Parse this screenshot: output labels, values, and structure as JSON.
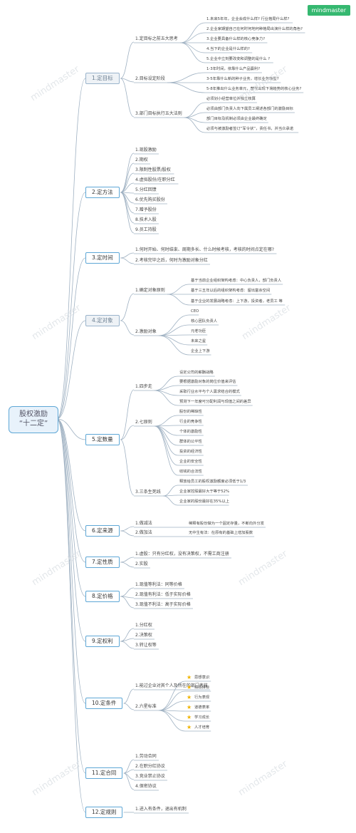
{
  "root": {
    "line1": "股权激励",
    "line2": "“十二定”"
  },
  "logo": "mindmaster",
  "watermark": "mindmaster",
  "colors": {
    "line": "#9fb1c2",
    "node_border": "#5ea7d6",
    "root_fill": "#e8f2fb",
    "star": "#f0b400",
    "logo": "#35b870"
  },
  "icons": {
    "star": "star-icon"
  },
  "branches": [
    {
      "label": "1.定目标",
      "children": [
        {
          "label": "1.定目标之前五大思考",
          "children": [
            "1.未来5年年，企业会成什么样? 行业格局什么样?",
            "2.企业家期望自己在何时何地何种格局出演什么样的角色?",
            "3.企业要具备什么样的核心竞争力?",
            "4.当下的企业是什么样的?",
            "5.企业中立刻要改变和调整的是什么 ?"
          ]
        },
        {
          "label": "2.目标设定阶段",
          "children": [
            "1-3年时间，依靠什么产品赢利?",
            "3-5年靠什么新的种子业务，增长业务转型?",
            "5-8年推出什么业务单元，替代出现下滑趋势的核心业务?"
          ]
        },
        {
          "label": "3.部门目标执行五大法则",
          "children": [
            "必须划小经营单位并独立核算",
            "必须由部门负责人向下属员工阐述各部门的激励目标",
            "部门目标及机制必须由企业最终确定",
            "必须与被激励者签订“军令状”，责任书，并当众承诺"
          ]
        }
      ]
    },
    {
      "label": "2.定方法",
      "children": [
        {
          "label": "1.现股激励"
        },
        {
          "label": "2.期权"
        },
        {
          "label": "3.限制性股票/股权"
        },
        {
          "label": "4.虚拟股份/在职分红"
        },
        {
          "label": "5.分红回馈"
        },
        {
          "label": "6.优先购买股份"
        },
        {
          "label": "7.赠予股份"
        },
        {
          "label": "8.技术入股"
        },
        {
          "label": "9.员工持股"
        }
      ]
    },
    {
      "label": "3.定时间",
      "children": [
        {
          "label": "1.何时开始、何时结束、周期多长、什么时候考核，考核的时间点定在哪?"
        },
        {
          "label": "2.考核完毕之后，何时为激励对象分红"
        }
      ]
    },
    {
      "label": "4.定对象",
      "children": [
        {
          "label": "1.确定对象原则",
          "children": [
            "基于当前企业组织架构考虑：中心负责人，部门负责人",
            "基于三五年以后的组织架构考虑：留出富余空间",
            "基于企业的发展战略考虑：上下游，投资者，老员工 等"
          ]
        },
        {
          "label": "2.激励对象",
          "children": [
            "CEO",
            "核心团队负责人",
            "元老功臣",
            "未来之星",
            "企业上下游"
          ]
        }
      ]
    },
    {
      "label": "5.定数量",
      "children": [
        {
          "label": "1.四步走",
          "children": [
            "设定公司的薪酬战略",
            "要根据激励对象的岗位价值来评估",
            "采取行业水平与个人需求结合的模式",
            "预测下一年度可分配利润与现值之间的差异"
          ]
        },
        {
          "label": "2.七原则",
          "children": [
            "股份的稀缺性",
            "行业的竞争性",
            "个体的激励性",
            "群体的公平性",
            "投资的经济性",
            "企业的安全性",
            "收钱的合法性"
          ]
        },
        {
          "label": "3.三条生死线",
          "children": [
            "释放给员工的股权激励额度必须低于1/3",
            "企业家控股最好大于等于52%",
            "企业家的股份最好在35%以上"
          ]
        }
      ]
    },
    {
      "label": "6.定来源",
      "children": [
        {
          "label": "1.做减法",
          "children": [
            "稀释有股份做为一个固定存量，不断向外分发"
          ]
        },
        {
          "label": "2.做加法",
          "children": [
            "无中生有法：在原有的基础上增加股数"
          ]
        }
      ]
    },
    {
      "label": "7.定性质",
      "children": [
        {
          "label": "1.虚股：只有分红权，没有决策权，不需工商注册"
        },
        {
          "label": "2.实股"
        }
      ]
    },
    {
      "label": "8.定价格",
      "children": [
        {
          "label": "1.现值等利法：同等价格"
        },
        {
          "label": "2.现值有利法：低于实际价格"
        },
        {
          "label": "3.现值不利法：高于实际价格"
        }
      ]
    },
    {
      "label": "9.定权利",
      "children": [
        {
          "label": "1.分红权"
        },
        {
          "label": "2.决策权"
        },
        {
          "label": "3.转让权等"
        }
      ]
    },
    {
      "label": "10.定条件",
      "children": [
        {
          "label": "1.能过企业对其个人及所在的部门考核"
        },
        {
          "label": "2.六星标准",
          "children": [
            "思想意识",
            "绩效目标",
            "行为表现",
            "道德表率",
            "学习成长",
            "人才培育"
          ]
        }
      ]
    },
    {
      "label": "11.定合同",
      "children": [
        {
          "label": "1.劳动合同"
        },
        {
          "label": "2.在职分红协议"
        },
        {
          "label": "3.竞业禁止协议"
        },
        {
          "label": "4.保密协议"
        }
      ]
    },
    {
      "label": "12.定规则",
      "children": [
        {
          "label": "1.进入有条件，退出有机制"
        }
      ]
    }
  ]
}
